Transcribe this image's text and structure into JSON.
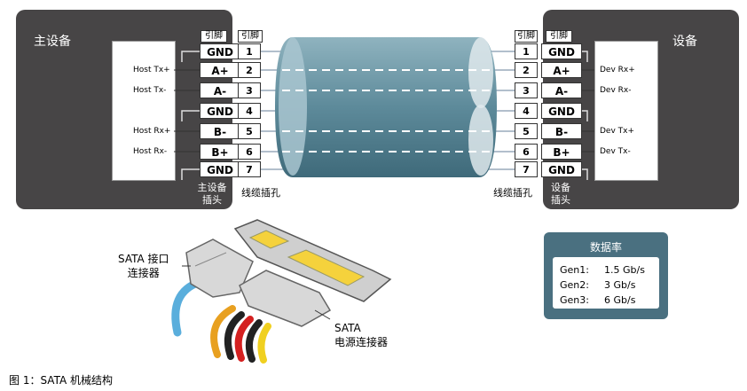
{
  "host": {
    "title": "主设备",
    "connector_label_line1": "主设备",
    "connector_label_line2": "插头",
    "signals": [
      "Host Tx+",
      "Host Tx-",
      "Host Rx+",
      "Host Rx-"
    ]
  },
  "device": {
    "title": "设备",
    "connector_label_line1": "设备",
    "connector_label_line2": "插头",
    "signals": [
      "Dev Rx+",
      "Dev Rx-",
      "Dev Tx+",
      "Dev Tx-"
    ]
  },
  "pin_header": "引脚",
  "cable_socket": "线缆插孔",
  "pins": [
    {
      "num": "1",
      "name": "GND"
    },
    {
      "num": "2",
      "name": "A+"
    },
    {
      "num": "3",
      "name": "A-"
    },
    {
      "num": "4",
      "name": "GND"
    },
    {
      "num": "5",
      "name": "B-"
    },
    {
      "num": "6",
      "name": "B+"
    },
    {
      "num": "7",
      "name": "GND"
    }
  ],
  "connectors": {
    "sata_interface_line1": "SATA 接口",
    "sata_interface_line2": "连接器",
    "sata_power_line1": "SATA",
    "sata_power_line2": "电源连接器"
  },
  "data_rate": {
    "title": "数据率",
    "rows": [
      {
        "gen": "Gen1:",
        "rate": "1.5 Gb/s"
      },
      {
        "gen": "Gen2:",
        "rate": "3 Gb/s"
      },
      {
        "gen": "Gen3:",
        "rate": "6 Gb/s"
      }
    ]
  },
  "caption": "图 1：SATA 机械结构",
  "colors": {
    "panel": "#474546",
    "cable": "#5d8a9a",
    "rate_box": "#4a7080",
    "yellow_contact": "#f5d23c"
  }
}
